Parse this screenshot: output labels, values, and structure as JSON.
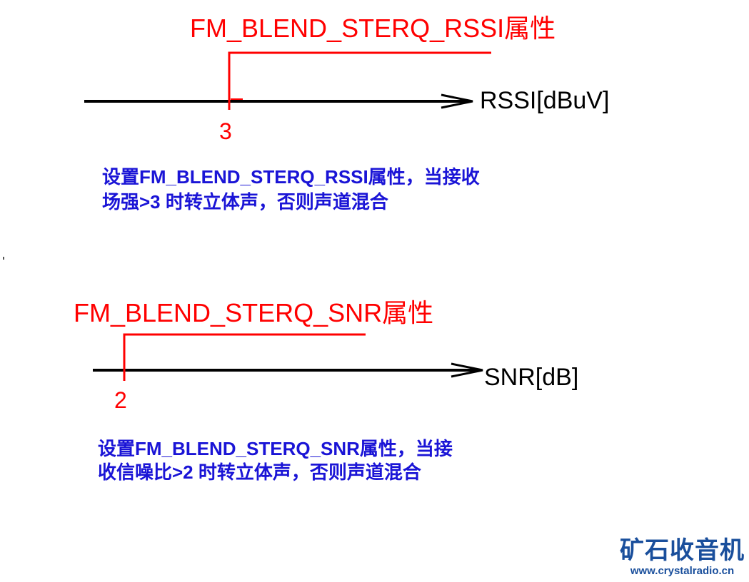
{
  "colors": {
    "axis": "#000000",
    "threshold": "#ff0000",
    "description": "#1a14d6",
    "brand": "#1a4f9c"
  },
  "rssi_section": {
    "title": "FM_BLEND_STERQ_RSSI属性",
    "axis_label": "RSSI[dBuV]",
    "threshold_value": "3",
    "description": [
      "设置FM_BLEND_STERQ_RSSI属性，当接收",
      "场强>3 时转立体声，否则声道混合"
    ]
  },
  "snr_section": {
    "title": "FM_BLEND_STERQ_SNR属性",
    "axis_label": "SNR[dB]",
    "threshold_value": "2",
    "description": [
      "设置FM_BLEND_STERQ_SNR属性，当接",
      "收信噪比>2 时转立体声，否则声道混合"
    ]
  },
  "watermark": {
    "name": "矿石收音机",
    "url": "www.crystalradio.cn"
  }
}
